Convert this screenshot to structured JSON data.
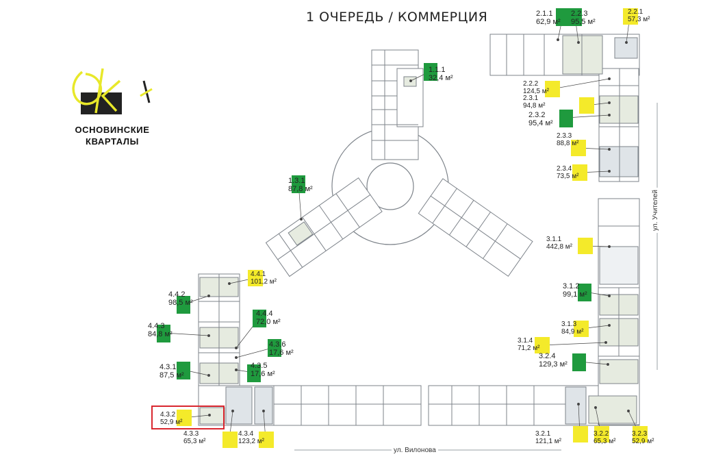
{
  "title": "1 ОЧЕРЕДЬ / КОММЕРЦИЯ",
  "brand": {
    "line1": "ОСНОВИНСКИЕ",
    "line2": "КВАРТАЛЫ",
    "logo_text": "ok /"
  },
  "streets": {
    "bottom": "ул. Вилонова",
    "right": "ул. Учителей"
  },
  "colors": {
    "available": "#1f9a3e",
    "highlight": "#f4ea2a",
    "selected_outline": "#d9262e",
    "wall": "#8a8f95",
    "room_fill": "#e6ebe0"
  },
  "units": [
    {
      "id": "1.1.1",
      "area": "32,4 м²",
      "status": "green"
    },
    {
      "id": "1.3.1",
      "area": "87,8 м²",
      "status": "green"
    },
    {
      "id": "2.1.1",
      "area": "62,9 м²",
      "status": "green"
    },
    {
      "id": "2.2.3",
      "area": "95,5 м²",
      "status": "green"
    },
    {
      "id": "2.2.1",
      "area": "57,3 м²",
      "status": "yellow"
    },
    {
      "id": "2.2.2",
      "area": "124,5 м²",
      "status": "yellow"
    },
    {
      "id": "2.3.1",
      "area": "94,8 м²",
      "status": "yellow"
    },
    {
      "id": "2.3.2",
      "area": "95,4 м²",
      "status": "green"
    },
    {
      "id": "2.3.3",
      "area": "88,8 м²",
      "status": "yellow"
    },
    {
      "id": "2.3.4",
      "area": "73,5 м²",
      "status": "yellow"
    },
    {
      "id": "3.1.1",
      "area": "442,8 м²",
      "status": "yellow"
    },
    {
      "id": "3.1.2",
      "area": "99,1 м²",
      "status": "green"
    },
    {
      "id": "3.1.3",
      "area": "84,9 м²",
      "status": "yellow"
    },
    {
      "id": "3.1.4",
      "area": "71,2 м²",
      "status": "yellow"
    },
    {
      "id": "3.2.4",
      "area": "129,3 м²",
      "status": "green"
    },
    {
      "id": "3.2.1",
      "area": "121,1 м²",
      "status": "yellow"
    },
    {
      "id": "3.2.2",
      "area": "65,3 м²",
      "status": "yellow"
    },
    {
      "id": "3.2.3",
      "area": "52,9 м²",
      "status": "yellow"
    },
    {
      "id": "4.4.1",
      "area": "101,2 м²",
      "status": "yellow"
    },
    {
      "id": "4.4.2",
      "area": "98,5 м²",
      "status": "green"
    },
    {
      "id": "4.4.3",
      "area": "84,8 м²",
      "status": "green"
    },
    {
      "id": "4.4.4",
      "area": "72,0 м²",
      "status": "green"
    },
    {
      "id": "4.3.6",
      "area": "17,6 м²",
      "status": "green"
    },
    {
      "id": "4.3.5",
      "area": "17,6 м²",
      "status": "green"
    },
    {
      "id": "4.3.1",
      "area": "87,5 м²",
      "status": "green"
    },
    {
      "id": "4.3.2",
      "area": "52,9 м²",
      "status": "yellow",
      "selected": true
    },
    {
      "id": "4.3.3",
      "area": "65,3 м²",
      "status": "yellow"
    },
    {
      "id": "4.3.4",
      "area": "123,2 м²",
      "status": "yellow"
    }
  ]
}
